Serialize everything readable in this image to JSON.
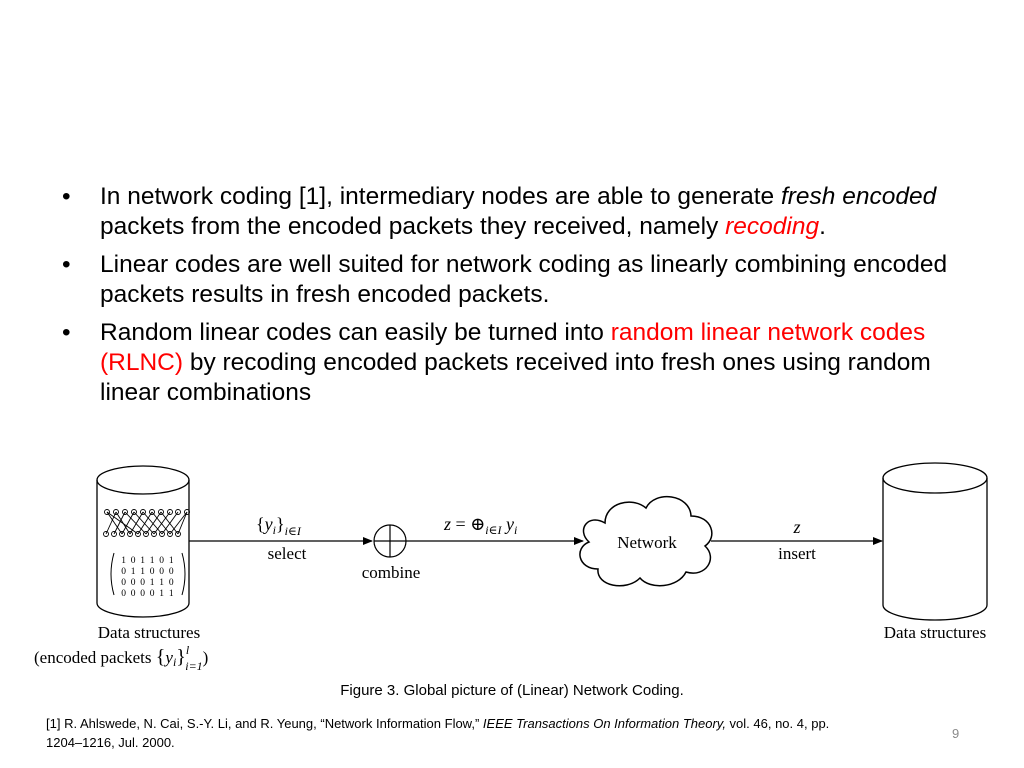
{
  "bullets": {
    "b1": {
      "t1": "In network coding [1], intermediary nodes are able to generate ",
      "t2": "fresh encoded",
      "t3": " packets from the encoded packets they received, namely ",
      "t4": "recoding",
      "t5": "."
    },
    "b2": {
      "t1": "Linear codes are well suited for network coding as linearly combining encoded packets results in fresh encoded packets."
    },
    "b3": {
      "t1": "Random linear codes can easily be turned into ",
      "t2": "random linear network codes (RLNC)",
      "t3": " by recoding encoded packets received into fresh ones using random linear combinations"
    }
  },
  "diagram": {
    "matrix_rows": [
      "1 0 1 1 0 1",
      "0 1 1 0 0 0",
      "0 0 0 1 1 0",
      "0 0 0 0 1 1"
    ],
    "left_label_1": "Data structures",
    "left_label_2_prefix": "(encoded packets ",
    "left_label_2_var": "y",
    "left_label_2_sub": "i",
    "left_label_2_upper": "l",
    "left_label_2_lower": "i=1",
    "left_label_2_suffix": ")",
    "select_var": "y",
    "select_sub": "i",
    "select_set": "i∈I",
    "select_label": "select",
    "combine_label": "combine",
    "z_var": "z",
    "z_eq": " = ⊕",
    "z_sub": "i∈I",
    "z_y": " y",
    "z_yi": "i",
    "network_label": "Network",
    "insert_var": "z",
    "insert_label": "insert",
    "right_label": "Data structures"
  },
  "caption": "Figure 3. Global picture of (Linear) Network Coding.",
  "reference": {
    "t1": "[1] R. Ahlswede, N. Cai, S.-Y. Li, and R. Yeung, “Network Information Flow,” ",
    "t2": "IEEE Transactions On Information Theory,",
    "t3": " vol. 46, no. 4, pp. 1204–1216, Jul. 2000."
  },
  "page_number": "9"
}
